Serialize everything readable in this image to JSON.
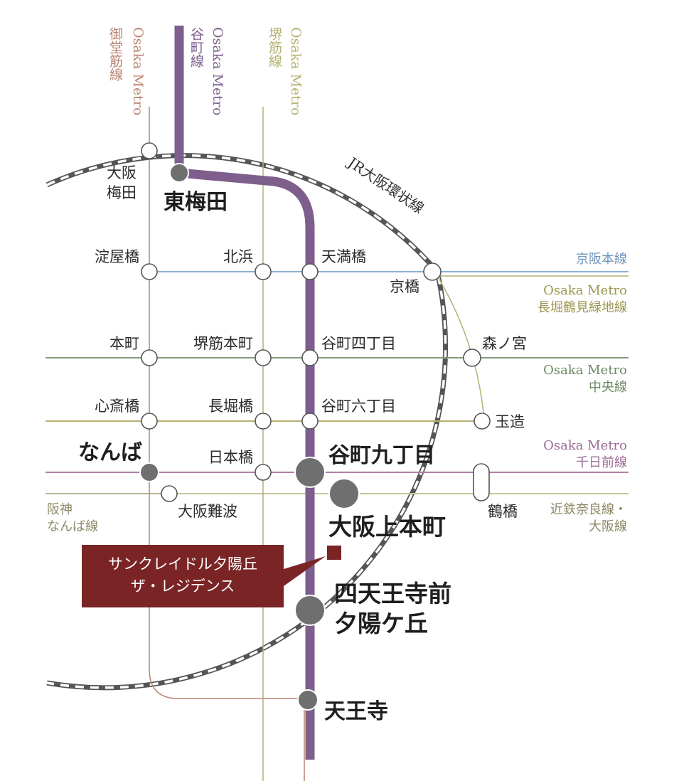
{
  "colors": {
    "tanimachi": "#7d5e8c",
    "midosuji": "#b98370",
    "sakaisuji": "#b5b06e",
    "keihan": "#8fb0cf",
    "nagahori": "#b5b06e",
    "chuo": "#7f9e78",
    "sennichimae": "#b07eaa",
    "kintetsu": "#c7c39a",
    "hanshin": "#b9b49a",
    "loop": "#555555",
    "building": "#7a2426",
    "major_station": "#6f6f6f"
  },
  "vertical_lines": {
    "midosuji": {
      "operator": "Osaka Metro",
      "name": "御堂筋線"
    },
    "tanimachi": {
      "operator": "Osaka Metro",
      "name": "谷町線"
    },
    "sakaisuji": {
      "operator": "Osaka Metro",
      "name": "堺筋線"
    }
  },
  "loop_line": "JR大阪環状線",
  "line_labels": {
    "keihan": "京阪本線",
    "nagahori_1": "Osaka Metro",
    "nagahori_2": "長堀鶴見緑地線",
    "chuo_1": "Osaka Metro",
    "chuo_2": "中央線",
    "sennichimae_1": "Osaka Metro",
    "sennichimae_2": "千日前線",
    "kintetsu_1": "近鉄奈良線・",
    "kintetsu_2": "大阪線",
    "hanshin_1": "阪神",
    "hanshin_2": "なんば線"
  },
  "stations": {
    "osaka_umeda_1": "大阪",
    "osaka_umeda_2": "梅田",
    "higashi_umeda": "東梅田",
    "yodoyabashi": "淀屋橋",
    "kitahama": "北浜",
    "tenmabashi": "天満橋",
    "kyobashi": "京橋",
    "honmachi": "本町",
    "sakaisuji_honmachi": "堺筋本町",
    "tanimachi_4": "谷町四丁目",
    "morinomiya": "森ノ宮",
    "shinsaibashi": "心斎橋",
    "nagahoribashi": "長堀橋",
    "tanimachi_6": "谷町六丁目",
    "tamatsukuri": "玉造",
    "namba": "なんば",
    "nipponbashi": "日本橋",
    "tanimachi_9": "谷町九丁目",
    "osaka_namba": "大阪難波",
    "osaka_uehommachi": "大阪上本町",
    "tsuruhashi": "鶴橋",
    "shitennoji_1": "四天王寺前",
    "shitennoji_2": "夕陽ケ丘",
    "tennoji": "天王寺"
  },
  "property": {
    "line1": "サンクレイドル夕陽丘",
    "line2": "ザ・レジデンス"
  }
}
